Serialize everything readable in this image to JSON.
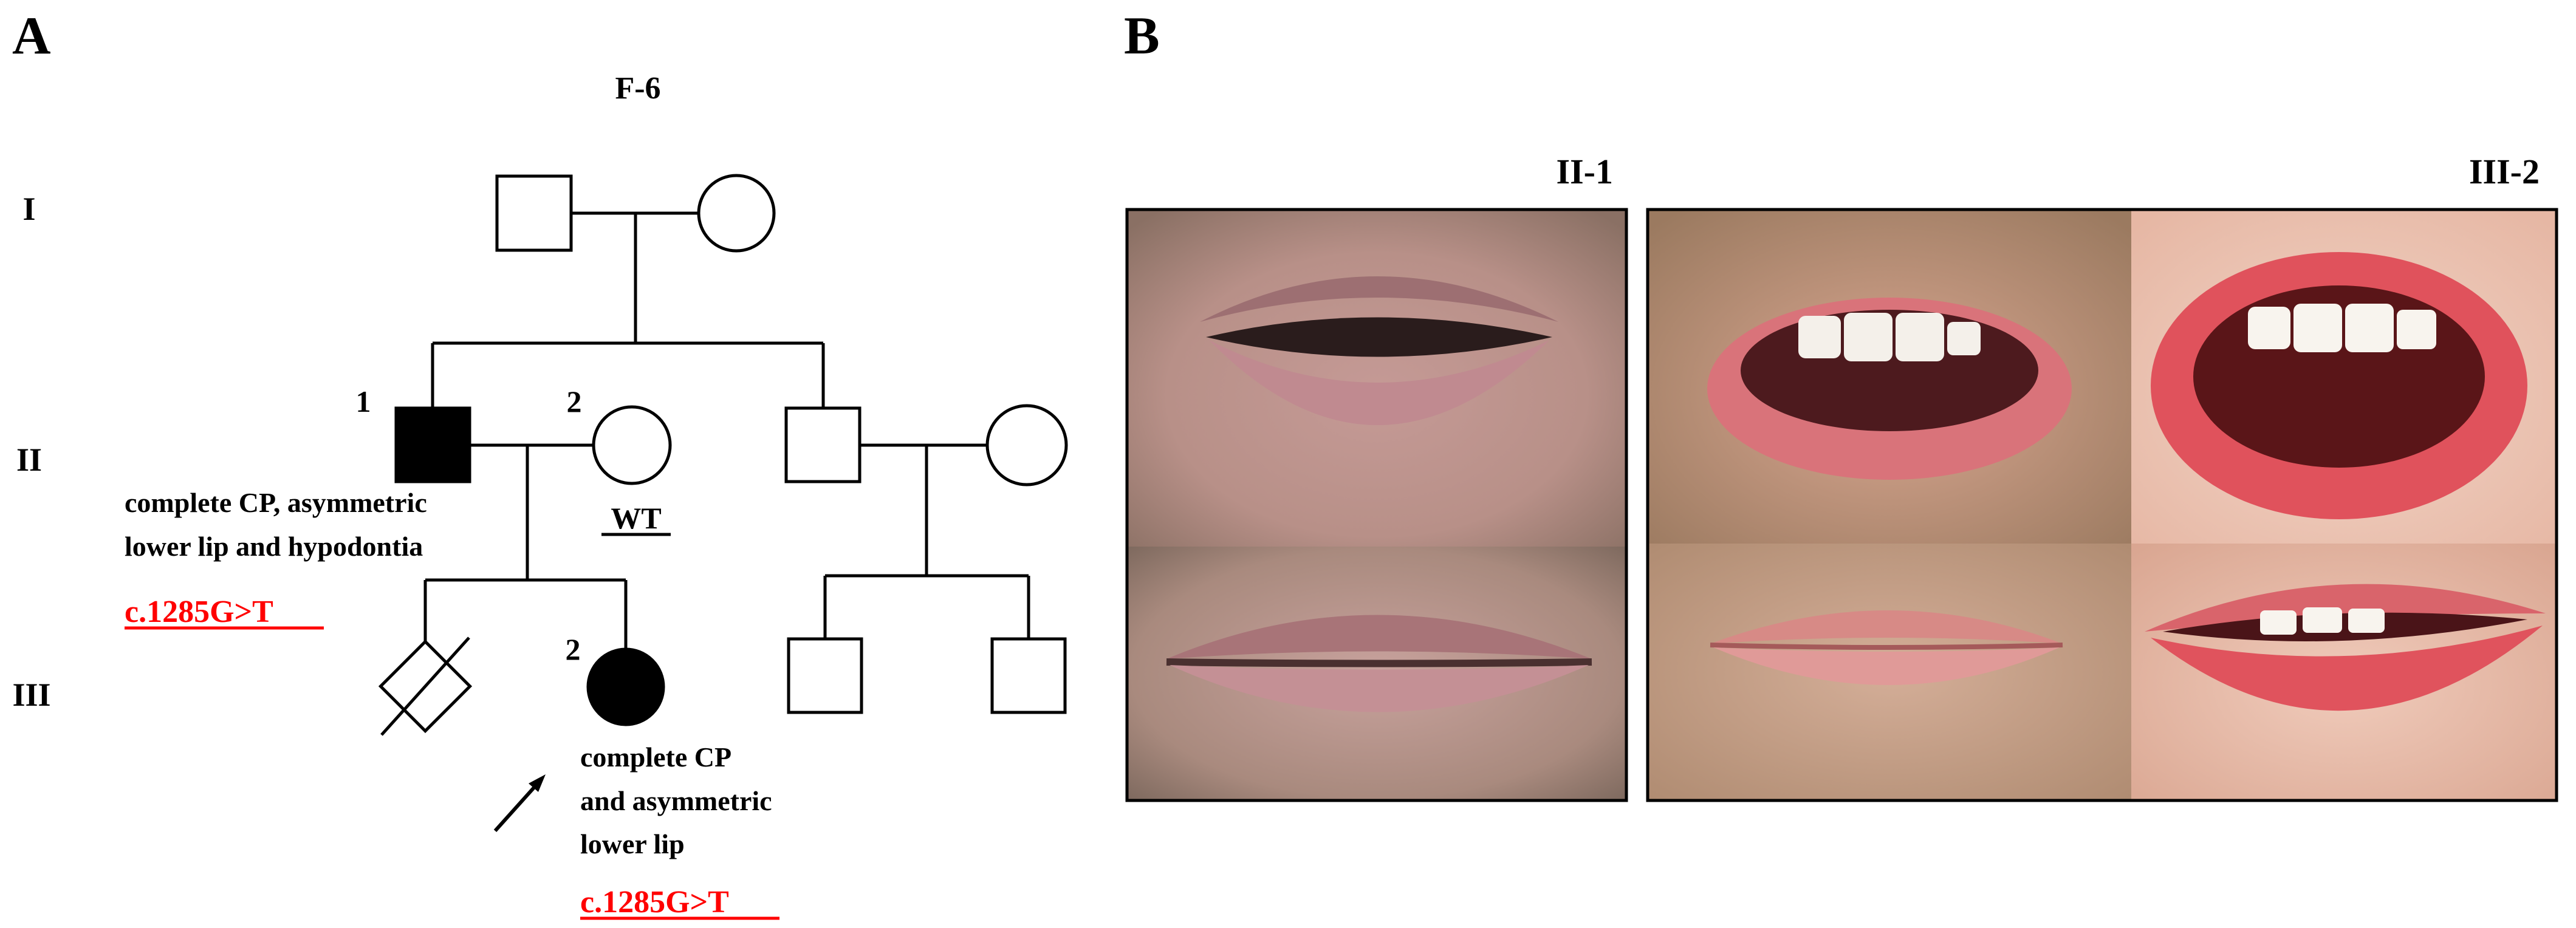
{
  "panel_a": {
    "label": "A",
    "family_id": "F-6",
    "generations": [
      "I",
      "II",
      "III"
    ],
    "individual_numbers": {
      "II-1": "1",
      "II-2": "2",
      "III-2": "2"
    },
    "annotations": {
      "ii1_phenotype_line1": "complete CP, asymmetric",
      "ii1_phenotype_line2": "lower lip and hypodontia",
      "ii1_variant": "c.1285G>T",
      "ii2_genotype": "WT",
      "iii2_phenotype_line1": "complete CP",
      "iii2_phenotype_line2": "and asymmetric",
      "iii2_phenotype_line3": "lower lip",
      "iii2_variant": "c.1285G>T"
    },
    "colors": {
      "affected": "#000000",
      "variant_text": "#ff0000",
      "line": "#000000"
    }
  },
  "panel_b": {
    "label": "B",
    "photo_group_1_title": "II-1",
    "photo_group_2_title": "III-2"
  }
}
